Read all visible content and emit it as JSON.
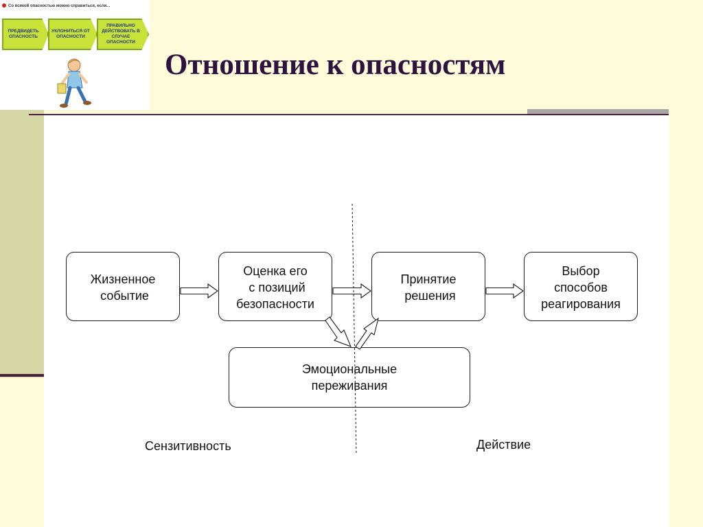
{
  "thumbnail": {
    "caption": "Со всякой опасностью можно справиться, если...",
    "steps": [
      "ПРЕДВИДЕТЬ ОПАСНОСТЬ",
      "УКЛОНИТЬСЯ ОТ ОПАСНОСТИ",
      "ПРАВИЛЬНО ДЕЙСТВОВАТЬ В СЛУЧАЕ ОПАСНОСТИ"
    ]
  },
  "title": "Отношение к опасностям",
  "diagram": {
    "boxes": {
      "event": "Жизненное\n событие",
      "assessment": "Оценка его\n с позиций\nбезопасности",
      "decision": "Принятие\n решения",
      "choice": "Выбор\nспособов\nреагирования",
      "emotions": "Эмоциональные\nпереживания"
    },
    "labels": {
      "sensitivity": "Сензитивность",
      "action": "Действие"
    }
  },
  "colors": {
    "background": "#fdfbd9",
    "sidebar": "#d5d7a7",
    "title": "#2e1340",
    "rule": "#4b1f3e"
  }
}
